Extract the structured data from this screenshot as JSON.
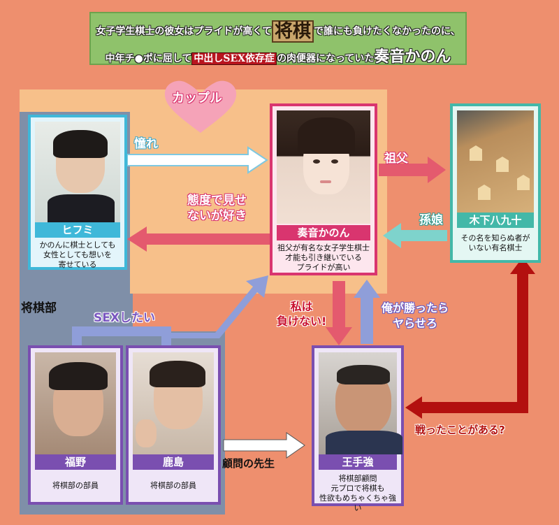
{
  "title": {
    "line1_pre": "女子学生棋士の彼女はプライドが高くて",
    "line1_boxed": "将棋",
    "line1_post": "で誰にも負けたくなかったのに、",
    "line2_pre": "中年チ●ポに屈して",
    "line2_red": "中出しSEX依存症",
    "line2_mid": "の肉便器になっていた",
    "line2_name": "奏音かのん"
  },
  "labels": {
    "couple": "カップル",
    "club": "将棋部",
    "admire": "憧れ",
    "attitude": "態度で見せ\nないが好き",
    "grandfather": "祖父",
    "granddaughter": "孫娘",
    "sex_want": "SEXしたい",
    "wont_lose": "私は\n負けない!",
    "if_i_win": "俺が勝ったら\nヤらせろ",
    "advisor": "顧問の先生",
    "fought": "戦ったことがある?"
  },
  "characters": {
    "kanon": {
      "name": "奏音かのん",
      "desc": [
        "祖父が有名な女子学生棋士",
        "才能も引き継いでいる",
        "プライドが高い"
      ]
    },
    "hifumi": {
      "name": "ヒフミ",
      "desc": [
        "かのんに棋士としても",
        "女性としても想いを",
        "寄せている"
      ]
    },
    "kinoshita": {
      "name": "木下八九十",
      "desc": [
        "その名を知らぬ者が",
        "いない有名棋士"
      ]
    },
    "fukuno": {
      "name": "福野",
      "desc": [
        "将棋部の部員"
      ]
    },
    "kashima": {
      "name": "鹿島",
      "desc": [
        "将棋部の部員"
      ]
    },
    "oute": {
      "name": "王手強",
      "desc": [
        "将棋部顧問",
        "元プロで将棋も",
        "性欲もめちゃくちゃ強い"
      ]
    }
  },
  "colors": {
    "background": "#ee8f6e",
    "couple_region": "#f7c08a",
    "club_region": "#7f8fa8",
    "kanon_frame": "#d9356f",
    "hifumi_frame": "#3fb8d9",
    "kinoshita_frame": "#43b8a8",
    "club_frame": "#7a4fb0",
    "red_arrow": "#b3100f"
  }
}
